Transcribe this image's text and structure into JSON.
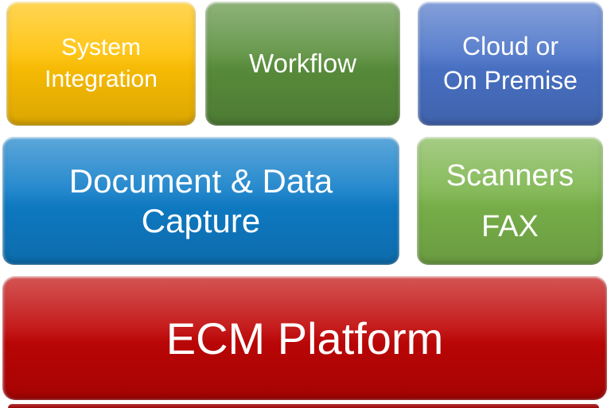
{
  "canvas": {
    "background": "#FFFFFF"
  },
  "boxes": {
    "system_integration": {
      "line1": "System",
      "line2": "Integration",
      "color": "#FFC103",
      "text_color": "#FFFFFF"
    },
    "workflow": {
      "line1": "Workflow",
      "color": "#5A8F3C",
      "text_color": "#FFFFFF"
    },
    "cloud_or_on_premise": {
      "line1": "Cloud or",
      "line2": "On Premise",
      "color": "#4A73C8",
      "text_color": "#FFFFFF"
    },
    "document_data_capture": {
      "line1": "Document & Data",
      "line2": "Capture",
      "color": "#0F7DC8",
      "text_color": "#FFFFFF"
    },
    "scanners_fax": {
      "line1": "Scanners",
      "line2": "FAX",
      "color": "#7BB44B",
      "text_color": "#FFFFFF"
    },
    "ecm_platform": {
      "label": "ECM Platform",
      "color": "#C00505",
      "text_color": "#FFFFFF"
    },
    "partial_bottom_box": {
      "color": "#A50808"
    }
  }
}
